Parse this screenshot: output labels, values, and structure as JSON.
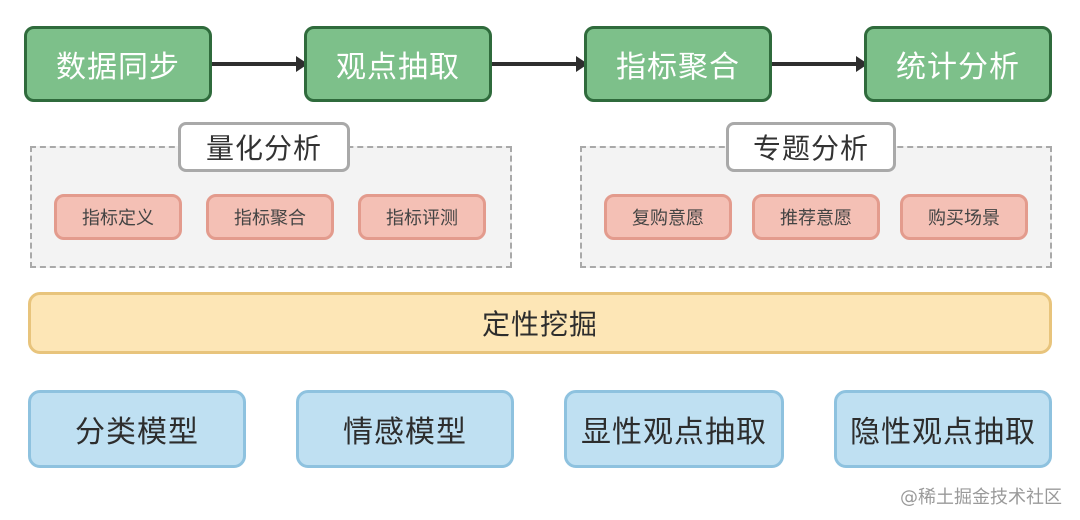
{
  "pipeline": {
    "steps": [
      "数据同步",
      "观点抽取",
      "指标聚合",
      "统计分析"
    ]
  },
  "groups": [
    {
      "title": "量化分析",
      "tags": [
        "指标定义",
        "指标聚合",
        "指标评测"
      ]
    },
    {
      "title": "专题分析",
      "tags": [
        "复购意愿",
        "推荐意愿",
        "购买场景"
      ]
    }
  ],
  "base_bar": {
    "label": "定性挖掘"
  },
  "models": [
    "分类模型",
    "情感模型",
    "显性观点抽取",
    "隐性观点抽取"
  ],
  "watermark": "@稀土掘金技术社区",
  "colors": {
    "step_fill": "#7dc08a",
    "step_border": "#2f6b3c",
    "tag_fill": "#f4c0b5",
    "tag_border": "#e39b8d",
    "bar_fill": "#fde6b6",
    "bar_border": "#e8c47c",
    "model_fill": "#bfe0f2",
    "model_border": "#8ec2df"
  }
}
